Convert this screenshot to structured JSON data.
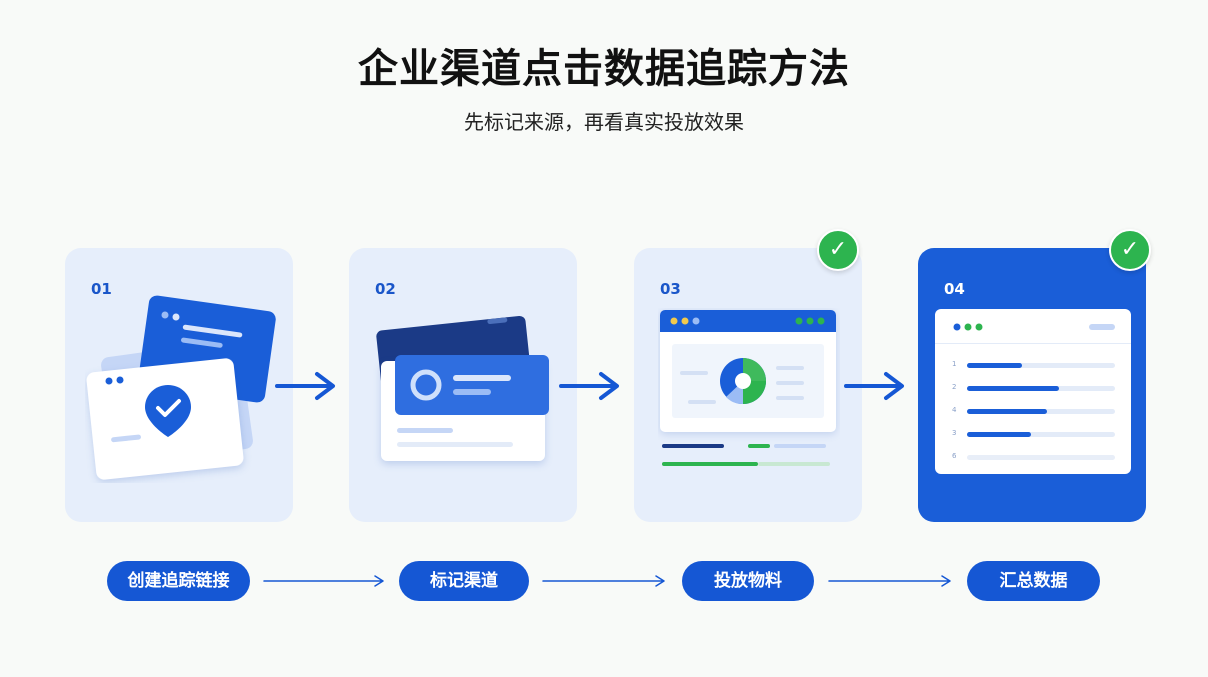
{
  "title": "企业渠道点击数据追踪方法",
  "subtitle": "先标记来源，再看真实投放效果",
  "steps": [
    {
      "number": "01",
      "label": "创建追踪链接",
      "completed": false
    },
    {
      "number": "02",
      "label": "标记渠道",
      "completed": false
    },
    {
      "number": "03",
      "label": "投放物料",
      "completed": true
    },
    {
      "number": "04",
      "label": "汇总数据",
      "completed": true
    }
  ],
  "list_ranks": [
    "1",
    "2",
    "4",
    "3",
    "6"
  ],
  "colors": {
    "primary": "#1557d4",
    "dark_navy": "#1b3a86",
    "card_bg": "#e6eefb",
    "success": "#2db44f"
  }
}
